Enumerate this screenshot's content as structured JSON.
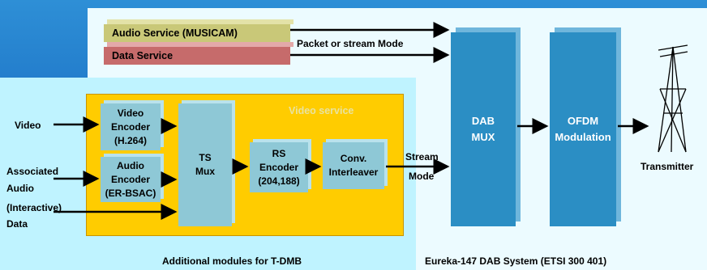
{
  "services": {
    "audio_service": "Audio Service (MUSICAM)",
    "data_service": "Data Service",
    "packet_mode": "Packet or stream Mode"
  },
  "inputs": {
    "video": "Video",
    "associated_audio_1": "Associated",
    "associated_audio_2": "Audio",
    "interactive": "(Interactive)",
    "data": "Data"
  },
  "blocks": {
    "video_encoder": [
      "Video",
      "Encoder",
      "(H.264)"
    ],
    "audio_encoder": [
      "Audio",
      "Encoder",
      "(ER-BSAC)"
    ],
    "ts_mux": [
      "TS",
      "Mux"
    ],
    "rs_encoder": [
      "RS",
      "Encoder",
      "(204,188)"
    ],
    "conv_interleaver": [
      "Conv.",
      "Interleaver"
    ],
    "dab_mux": [
      "DAB",
      "MUX"
    ],
    "ofdm": [
      "OFDM",
      "Modulation"
    ]
  },
  "labels": {
    "video_service": "Video service",
    "stream": "Stream",
    "mode": "Mode",
    "transmitter": "Transmitter",
    "additional_modules": "Additional modules for T-DMB",
    "eureka": "Eureka-147 DAB System (ETSI 300 401)"
  }
}
